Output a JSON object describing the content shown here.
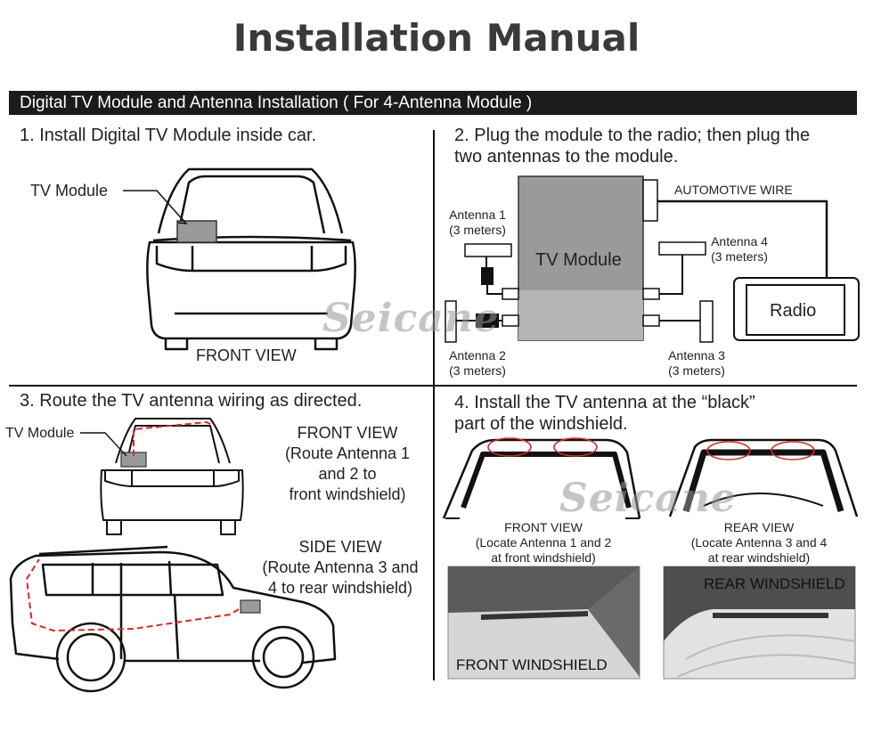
{
  "title": "Installation Manual",
  "banner": "Digital TV Module and Antenna Installation ( For 4-Antenna Module )",
  "watermark": "Seicane",
  "step1": {
    "text": "1. Install Digital TV Module inside car.",
    "module_label": "TV Module",
    "view_label": "FRONT VIEW"
  },
  "step2": {
    "text_line1": "2. Plug the module to the radio; then plug the",
    "text_line2": "two antennas to the module.",
    "module_label": "TV Module",
    "wire_label": "AUTOMOTIVE WIRE",
    "radio_label": "Radio",
    "antennas": [
      {
        "name": "Antenna 1",
        "length": "(3 meters)"
      },
      {
        "name": "Antenna 2",
        "length": "(3 meters)"
      },
      {
        "name": "Antenna 3",
        "length": "(3 meters)"
      },
      {
        "name": "Antenna 4",
        "length": "(3 meters)"
      }
    ]
  },
  "step3": {
    "text": "3. Route the TV antenna wiring as directed.",
    "module_label": "TV Module",
    "front_view": {
      "line1": "FRONT VIEW",
      "line2": "(Route Antenna 1",
      "line3": "and 2 to",
      "line4": "front windshield)"
    },
    "side_view": {
      "line1": "SIDE VIEW",
      "line2": "(Route Antenna 3 and",
      "line3": "4 to rear windshield)"
    }
  },
  "step4": {
    "text_line1": "4. Install the TV antenna at the “black”",
    "text_line2": "part of the windshield.",
    "front": {
      "line1": "FRONT VIEW",
      "line2": "(Locate Antenna 1 and 2",
      "line3": "at front windshield)"
    },
    "rear": {
      "line1": "REAR VIEW",
      "line2": "(Locate Antenna 3 and 4",
      "line3": "at rear windshield)"
    },
    "front_photo_label": "FRONT WINDSHIELD",
    "rear_photo_label": "REAR WINDSHIELD"
  },
  "colors": {
    "banner_bg": "#1b1b1b",
    "route_line": "#d62a2a",
    "module_fill": "#9a9a9a"
  }
}
